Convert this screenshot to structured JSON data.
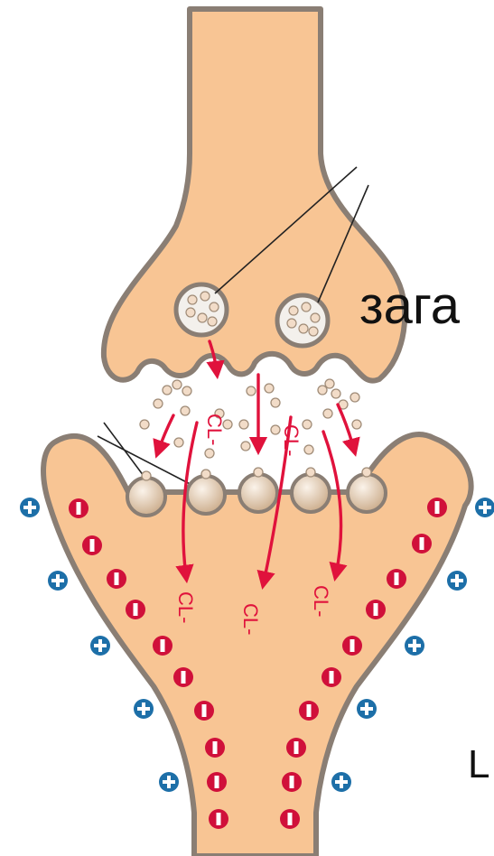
{
  "labels": {
    "fragment_top": "зага",
    "fragment_bottom": "L"
  },
  "ion_labels": {
    "cl": "CL-"
  },
  "colors": {
    "membrane_fill": "#F8C594",
    "membrane_edge": "#8A7E74",
    "arrow": "#E0123C",
    "negative_ion": "#D0103A",
    "positive_ion": "#1D6FA8",
    "vesicle_fill": "#F3F0EC"
  },
  "icons": {
    "negative": "minus-circle-icon",
    "positive": "plus-circle-icon"
  }
}
